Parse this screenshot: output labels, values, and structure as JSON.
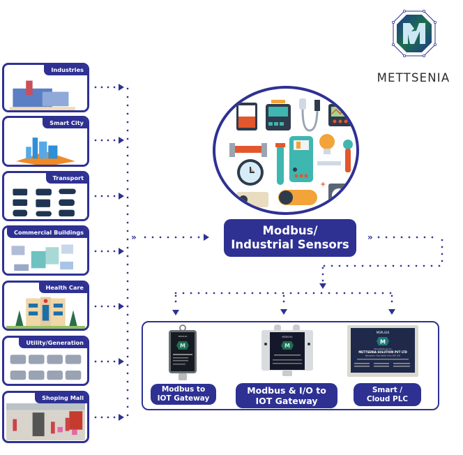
{
  "brand": {
    "name": "METTSENIA",
    "logo_letter": "M",
    "colors": {
      "primary": "#2e3192",
      "logo_green": "#1e6e4e",
      "logo_blue": "#1e3a8a",
      "logo_letter": "#cde8f5"
    }
  },
  "categories": [
    {
      "label": "Industries",
      "icon": "factory-illustration"
    },
    {
      "label": "Smart City",
      "icon": "smart-city-illustration"
    },
    {
      "label": "Transport",
      "icon": "vehicles-illustration"
    },
    {
      "label": "Commercial Buildings",
      "icon": "commercial-buildings-illustration"
    },
    {
      "label": "Health Care",
      "icon": "hospital-illustration"
    },
    {
      "label": "Utility/Generation",
      "icon": "power-plants-illustration"
    },
    {
      "label": "Shoping Mall",
      "icon": "shopping-mall-illustration"
    }
  ],
  "sensors": {
    "label_line1": "Modbus/",
    "label_line2": "Industrial Sensors",
    "icon": "industrial-sensors-illustration"
  },
  "devices": [
    {
      "model": "MSM100",
      "label_line1": "Modbus to",
      "label_line2": "IOT Gateway"
    },
    {
      "model": "MSM150",
      "label_line1": "Modbus & I/O to",
      "label_line2": "IOT Gateway"
    },
    {
      "model": "MSPL430",
      "label_line1": "Smart /",
      "label_line2": "Cloud PLC",
      "maker_line1": "Manufactured by",
      "maker_line2": "METTSENIA SOLUTION PVT LTD",
      "maker_line3": "Bangalore, Karnataka India 560 100"
    }
  ]
}
